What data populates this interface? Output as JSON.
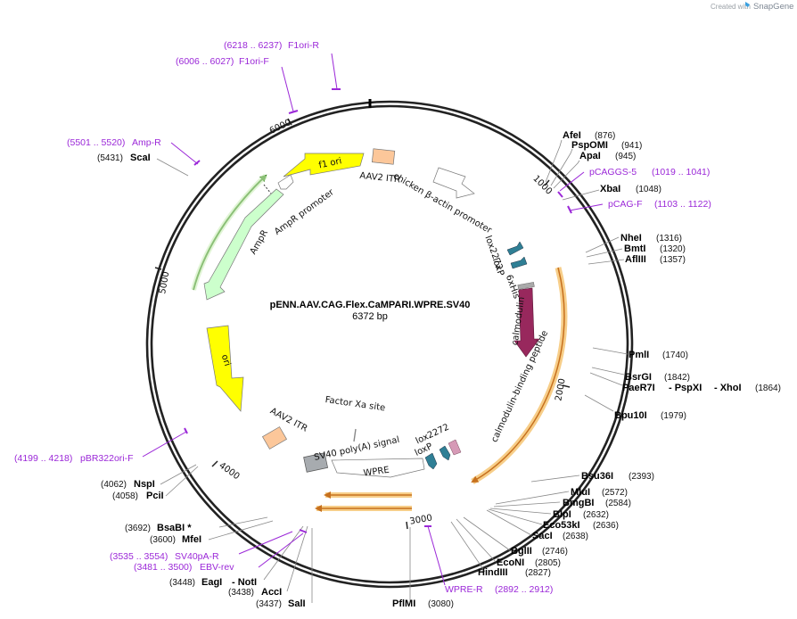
{
  "credit": {
    "prefix": "Created with",
    "brand": "SnapGene"
  },
  "plasmid": {
    "name": "pENN.AAV.CAG.Flex.CaMPARI.WPRE.SV40",
    "size": "6372 bp"
  },
  "ticks": [
    "1000",
    "2000",
    "3000",
    "4000",
    "5000",
    "6000"
  ],
  "features": {
    "f1_ori": "f1 ori",
    "aav2_itr_top": "AAV2 ITR",
    "cba_promoter": "chicken β-actin promoter",
    "lox2272_top": "lox2272",
    "loxp_top": "loxP",
    "six_his": "6xHis",
    "calmodulin": "calmodulin",
    "cbp": "calmodulin-binding peptide",
    "lox2272_bottom": "lox2272",
    "loxp_bottom": "loxP",
    "factor_xa": "Factor Xa site",
    "aav2_itr_bottom": "AAV2 ITR",
    "sv40_polya": "SV40 poly(A) signal",
    "wpre": "WPRE",
    "ori": "ori",
    "ampr": "AmpR",
    "ampr_promoter": "AmpR promoter"
  },
  "sites": [
    {
      "name": "AfeI",
      "pos": "(876)"
    },
    {
      "name": "PspOMI",
      "pos": "(941)"
    },
    {
      "name": "ApaI",
      "pos": "(945)"
    },
    {
      "name": "XbaI",
      "pos": "(1048)"
    },
    {
      "name": "NheI",
      "pos": "(1316)"
    },
    {
      "name": "BmtI",
      "pos": "(1320)"
    },
    {
      "name": "AflIII",
      "pos": "(1357)"
    },
    {
      "name": "PmlI",
      "pos": "(1740)"
    },
    {
      "name": "BsrGI",
      "pos": "(1842)"
    },
    {
      "name": "PaeR7I",
      "pos": ""
    },
    {
      "name": "- PspXI",
      "pos": ""
    },
    {
      "name": "- XhoI",
      "pos": "(1864)"
    },
    {
      "name": "Bpu10I",
      "pos": "(1979)"
    },
    {
      "name": "Bsu36I",
      "pos": "(2393)"
    },
    {
      "name": "MluI",
      "pos": "(2572)"
    },
    {
      "name": "BmgBI",
      "pos": "(2584)"
    },
    {
      "name": "BlpI",
      "pos": "(2632)"
    },
    {
      "name": "Eco53kI",
      "pos": "(2636)"
    },
    {
      "name": "SacI",
      "pos": "(2638)"
    },
    {
      "name": "BglII",
      "pos": "(2746)"
    },
    {
      "name": "EcoNI",
      "pos": "(2805)"
    },
    {
      "name": "HindIII",
      "pos": "(2827)"
    },
    {
      "name": "PflMI",
      "pos": "(3080)"
    },
    {
      "name": "SalI",
      "pos": "(3437)"
    },
    {
      "name": "AccI",
      "pos": "(3438)"
    },
    {
      "name": "EagI",
      "pos": "(3448)"
    },
    {
      "name": "- NotI",
      "pos": ""
    },
    {
      "name": "MfeI",
      "pos": "(3600)"
    },
    {
      "name": "BsaBI *",
      "pos": "(3692)"
    },
    {
      "name": "PciI",
      "pos": "(4058)"
    },
    {
      "name": "NspI",
      "pos": "(4062)"
    },
    {
      "name": "ScaI",
      "pos": "(5431)"
    }
  ],
  "primers": [
    {
      "name": "F1ori-R",
      "range": "(6218 .. 6237)"
    },
    {
      "name": "F1ori-F",
      "range": "(6006 .. 6027)"
    },
    {
      "name": "Amp-R",
      "range": "(5501 .. 5520)"
    },
    {
      "name": "pCAGGS-5",
      "range": "(1019 .. 1041)"
    },
    {
      "name": "pCAG-F",
      "range": "(1103 .. 1122)"
    },
    {
      "name": "pBR322ori-F",
      "range": "(4199 .. 4218)"
    },
    {
      "name": "SV40pA-R",
      "range": "(3535 .. 3554)"
    },
    {
      "name": "EBV-rev",
      "range": "(3481 .. 3500)"
    },
    {
      "name": "WPRE-R",
      "range": "(2892 .. 2912)"
    }
  ],
  "colors": {
    "backbone": "#222222",
    "primer": "#9b28d8",
    "f1_ori": "#ffff00",
    "ori": "#ffff00",
    "itr": "#fcc79a",
    "promoter": "#ffffff",
    "lox": "#2f7f95",
    "calmodulin": "#98285d",
    "cbp": "#d69ab6",
    "sv40": "#a7abaf",
    "ampr": "#ccffcc",
    "orf_highlight": "#f5c26b",
    "orf_arrow": "#c6701e"
  }
}
